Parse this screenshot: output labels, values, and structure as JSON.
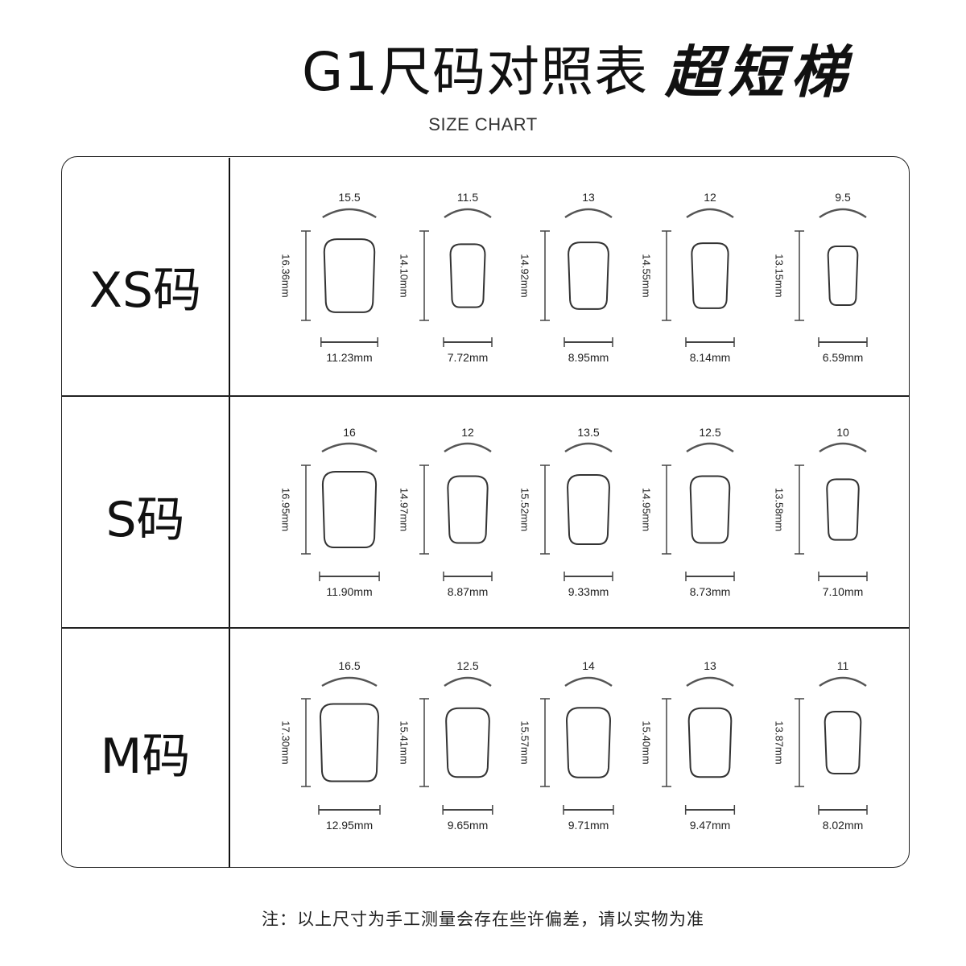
{
  "header": {
    "title": "G1尺码对照表",
    "style_name": "超短梯",
    "subtitle": "SIZE CHART"
  },
  "note": "注：以上尺寸为手工测量会存在些许偏差，请以实物为准",
  "chart_data": {
    "type": "table",
    "unit": "mm",
    "rows": [
      {
        "size": "XS码",
        "nails": [
          {
            "curve": "15.5",
            "length": "16.36mm",
            "width": "11.23mm"
          },
          {
            "curve": "11.5",
            "length": "14.10mm",
            "width": "7.72mm"
          },
          {
            "curve": "13",
            "length": "14.92mm",
            "width": "8.95mm"
          },
          {
            "curve": "12",
            "length": "14.55mm",
            "width": "8.14mm"
          },
          {
            "curve": "9.5",
            "length": "13.15mm",
            "width": "6.59mm"
          }
        ]
      },
      {
        "size": "S码",
        "nails": [
          {
            "curve": "16",
            "length": "16.95mm",
            "width": "11.90mm"
          },
          {
            "curve": "12",
            "length": "14.97mm",
            "width": "8.87mm"
          },
          {
            "curve": "13.5",
            "length": "15.52mm",
            "width": "9.33mm"
          },
          {
            "curve": "12.5",
            "length": "14.95mm",
            "width": "8.73mm"
          },
          {
            "curve": "10",
            "length": "13.58mm",
            "width": "7.10mm"
          }
        ]
      },
      {
        "size": "M码",
        "nails": [
          {
            "curve": "16.5",
            "length": "17.30mm",
            "width": "12.95mm"
          },
          {
            "curve": "12.5",
            "length": "15.41mm",
            "width": "9.65mm"
          },
          {
            "curve": "14",
            "length": "15.57mm",
            "width": "9.71mm"
          },
          {
            "curve": "13",
            "length": "15.40mm",
            "width": "9.47mm"
          },
          {
            "curve": "11",
            "length": "13.87mm",
            "width": "8.02mm"
          }
        ]
      }
    ]
  }
}
